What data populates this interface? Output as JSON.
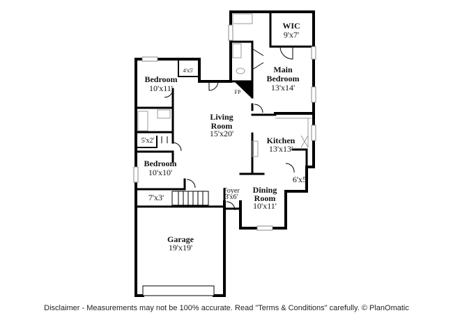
{
  "rooms": {
    "wic": {
      "name": "WIC",
      "size": "9'x7'"
    },
    "main_bedroom": {
      "name_line1": "Main",
      "name_line2": "Bedroom",
      "size": "13'x14'"
    },
    "bedroom1": {
      "name": "Bedroom",
      "size": "10'x11'"
    },
    "closet1": {
      "size": "4'x5'"
    },
    "living_room": {
      "name_line1": "Living",
      "name_line2": "Room",
      "size": "15'x20'"
    },
    "fireplace": {
      "label": "FP"
    },
    "closet2": {
      "size": "5'x2'"
    },
    "kitchen": {
      "name": "Kitchen",
      "size": "13'x13'"
    },
    "bedroom2": {
      "name": "Bedroom",
      "size": "10'x10'"
    },
    "pantry": {
      "size": "6'x5'"
    },
    "foyer": {
      "name": "Foyer",
      "size": "3'x6'"
    },
    "laundry": {
      "size": "7'x3'"
    },
    "dining_room": {
      "name_line1": "Dining",
      "name_line2": "Room",
      "size": "10'x11'"
    },
    "garage": {
      "name": "Garage",
      "size": "19'x19'"
    }
  },
  "disclaimer": "Disclaimer - Measurements may not be 100% accurate. Read \"Terms & Conditions\" carefully. © PlanOmatic"
}
